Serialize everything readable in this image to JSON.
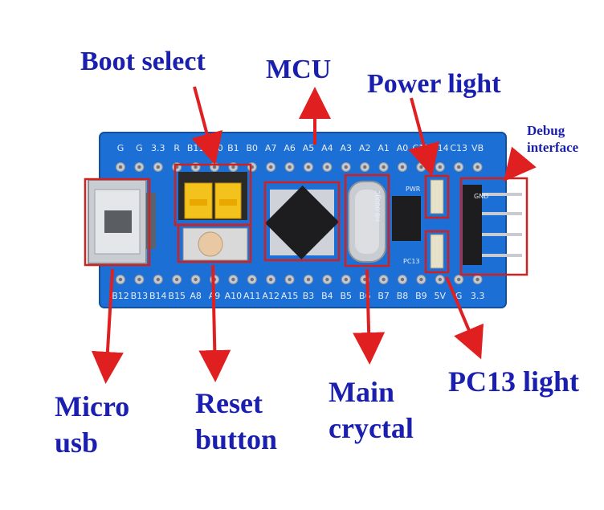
{
  "labels": {
    "boot_select": "Boot select",
    "mcu": "MCU",
    "power_light": "Power light",
    "debug_line1": "Debug",
    "debug_line2": "interface",
    "micro_line1": "Micro",
    "micro_line2": "usb",
    "reset_line1": "Reset",
    "reset_line2": "button",
    "crystal_line1": "Main",
    "crystal_line2": "cryctal",
    "pc13_light": "PC13 light"
  },
  "board": {
    "top_pins": [
      "G",
      "G",
      "3.3",
      "R",
      "B11",
      "B10",
      "B1",
      "B0",
      "A7",
      "A6",
      "A5",
      "A4",
      "A3",
      "A2",
      "A1",
      "A0",
      "C15",
      "C14",
      "C13",
      "VB"
    ],
    "bottom_pins": [
      "B12",
      "B13",
      "B14",
      "B15",
      "A8",
      "A9",
      "A10",
      "A11",
      "A12",
      "A15",
      "B3",
      "B4",
      "B5",
      "B6",
      "B7",
      "B8",
      "B9",
      "5V",
      "G",
      "3.3"
    ],
    "crystal_marking": "H8.000JJC",
    "pwr_marking": "PWR",
    "pc13_marking": "PC13",
    "debug_pin_marking": "GND"
  },
  "colors": {
    "label": "#1a1fb0",
    "arrow": "#e02020",
    "board": "#1c6fd4",
    "highlight_box": "#d02020"
  }
}
